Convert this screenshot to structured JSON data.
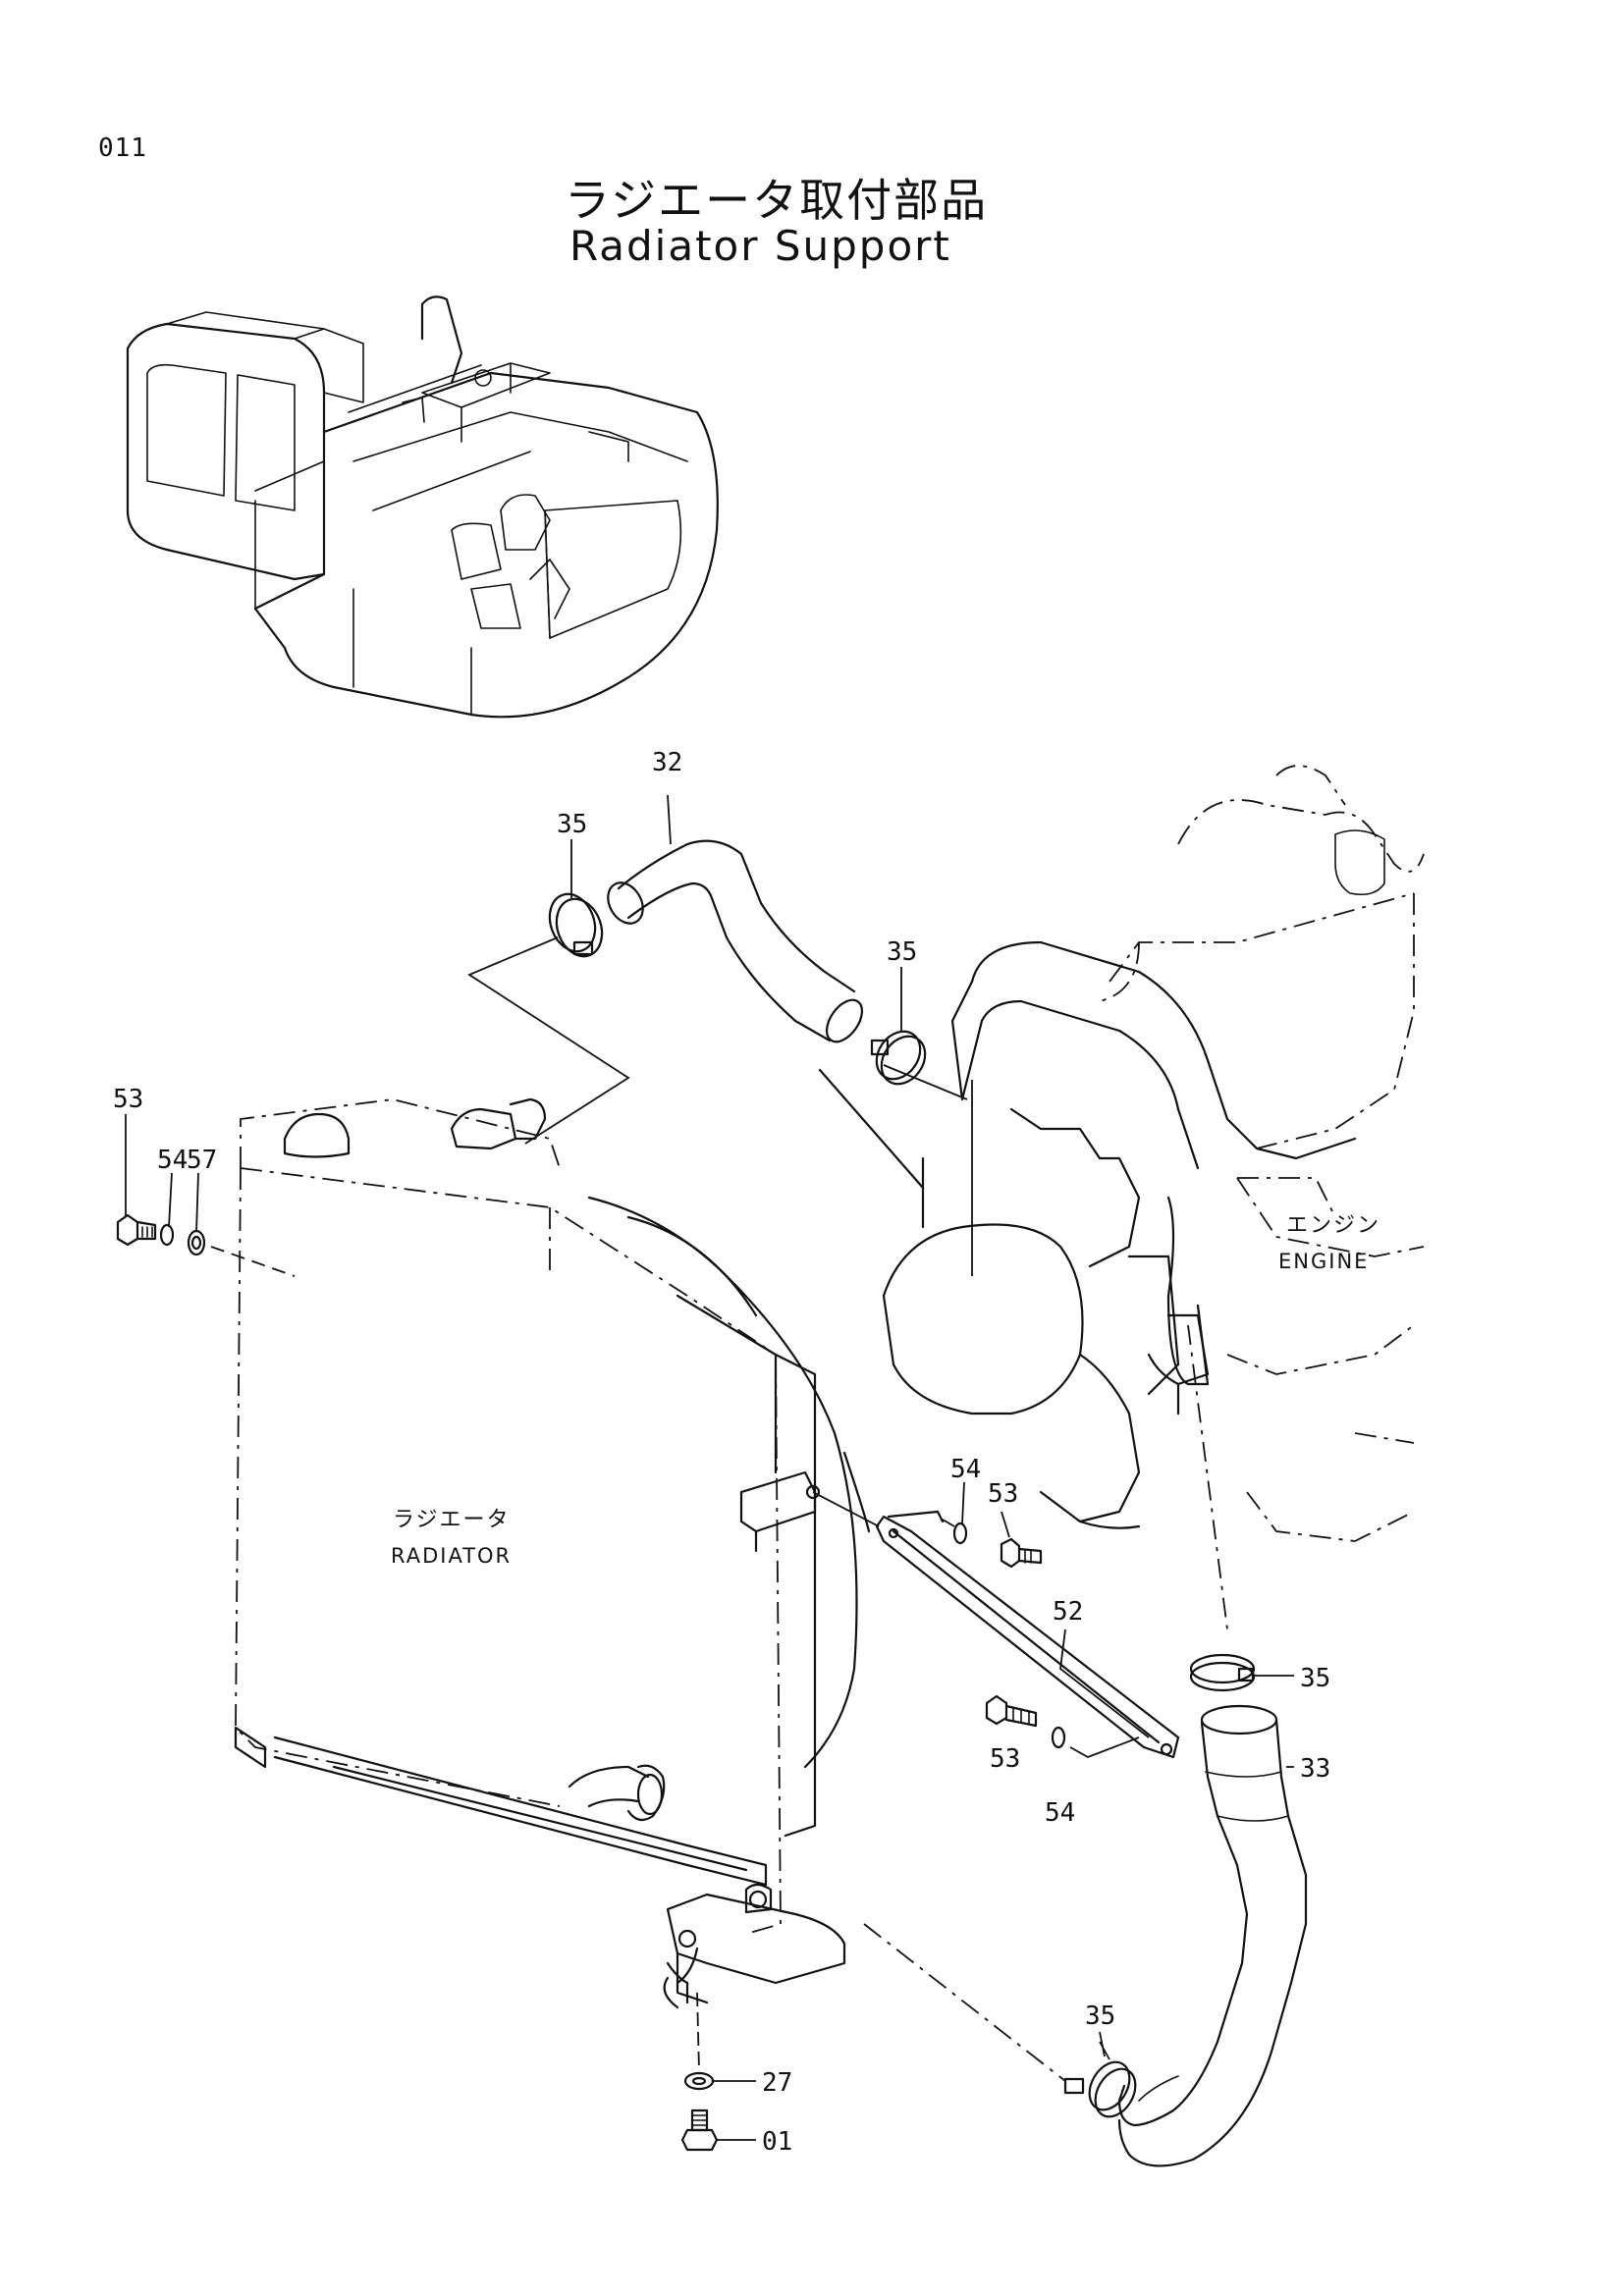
{
  "page_number": "011",
  "title_jp": "ラジエータ取付部品",
  "title_en": "Radiator Support",
  "labels": {
    "radiator_jp": "ラジエータ",
    "radiator_en": "RADIATOR",
    "engine_jp": "エンジン",
    "engine_en": "ENGINE"
  },
  "callouts": {
    "c32": "32",
    "c35_top_left": "35",
    "c35_top_right": "35",
    "c53_left": "53",
    "c54_left": "54",
    "c57": "57",
    "c54_mid": "54",
    "c53_mid": "53",
    "c52": "52",
    "c35_right": "35",
    "c33": "33",
    "c53_lower": "53",
    "c54_lower": "54",
    "c35_bottom": "35",
    "c27": "27",
    "c01": "01"
  }
}
